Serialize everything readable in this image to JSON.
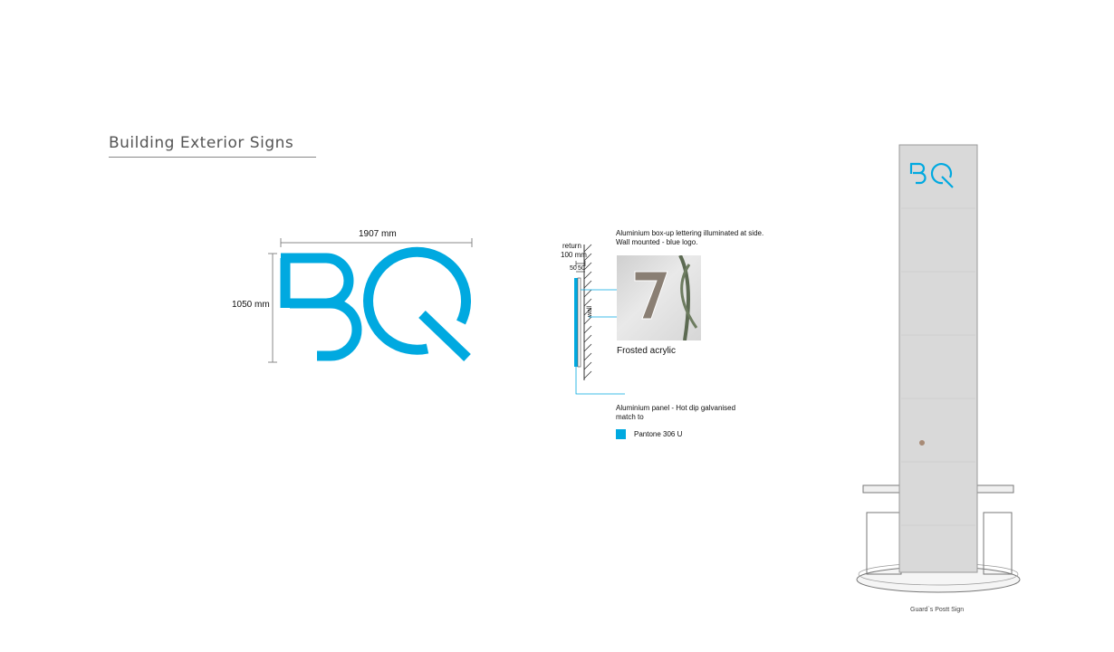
{
  "header": {
    "title": "Building Exterior Signs"
  },
  "logo": {
    "text": "BQ",
    "color": "#00a9e0"
  },
  "dimensions": {
    "width_label": "1907 mm",
    "height_label": "1050 mm"
  },
  "section_detail": {
    "return_label": "return",
    "return_value": "100 mm",
    "gap_left": "50",
    "gap_right": "50",
    "wall_label": "wall"
  },
  "notes": {
    "top_line1": "Aluminium box-up lettering illuminated at side.",
    "top_line2": "Wall mounted - blue logo.",
    "photo_caption": "Frosted acrylic",
    "panel_line1": "Aluminium panel - Hot dip galvanised",
    "panel_line2": "match to",
    "swatch_label": "Pantone 306 U"
  },
  "post_sign": {
    "caption": "Guard`s Postt Sign",
    "tower_color": "#d9d9d9"
  },
  "colors": {
    "accent": "#00a9e0",
    "rule": "#888888"
  }
}
